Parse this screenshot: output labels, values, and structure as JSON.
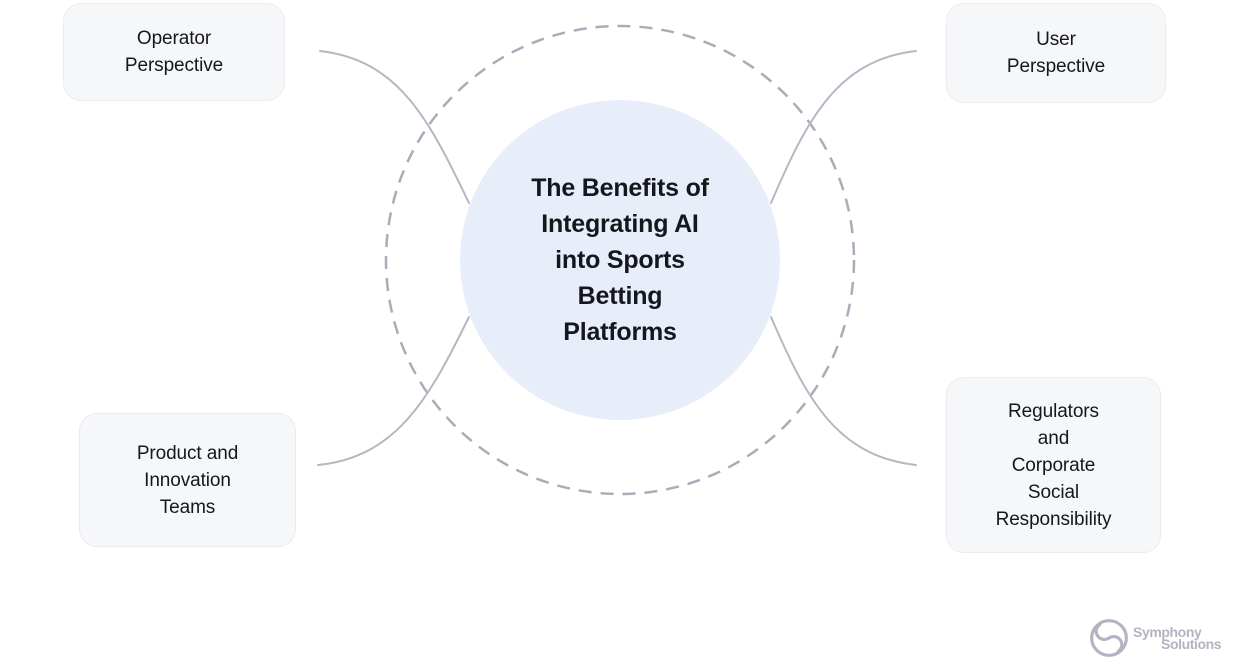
{
  "center": {
    "label": "The Benefits of\nIntegrating AI\ninto Sports\nBetting\nPlatforms"
  },
  "nodes": [
    {
      "label": "Operator\nPerspective",
      "position": "top-left"
    },
    {
      "label": "User\nPerspective",
      "position": "top-right"
    },
    {
      "label": "Product and\nInnovation\nTeams",
      "position": "bottom-left"
    },
    {
      "label": "Regulators\nand\nCorporate\nSocial\nResponsibility",
      "position": "bottom-right"
    }
  ],
  "logo": {
    "name": "Symphony Solutions",
    "line1": "Symphony",
    "line2": "Solutions"
  },
  "colors": {
    "background": "#ffffff",
    "node_fill": "#f6f7f9",
    "node_border": "#ebecf0",
    "center_fill": "#e7eef9",
    "dashed_circle": "#a9adb9",
    "connector": "#b4b8c3",
    "text": "#15171c",
    "logo_gray": "#b2b5c1"
  }
}
